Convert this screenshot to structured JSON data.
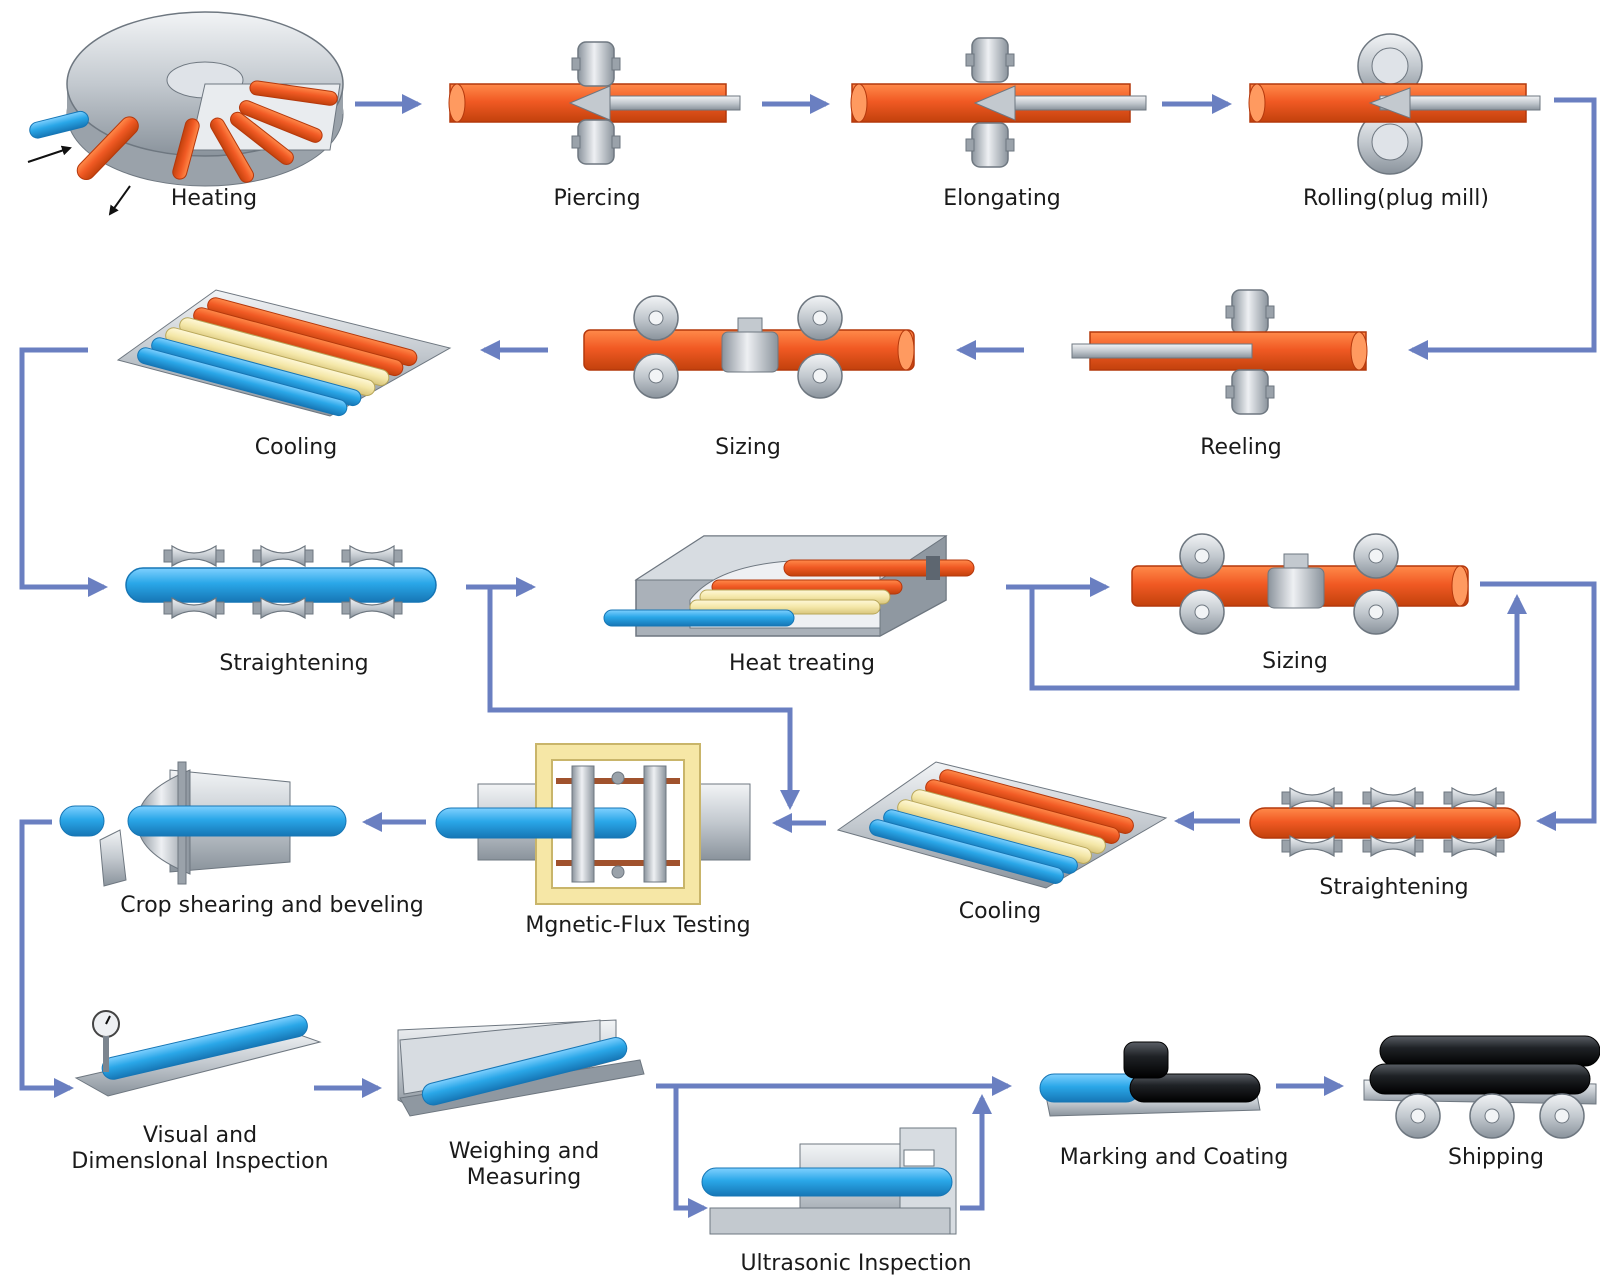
{
  "colors": {
    "arrow": "#6a7fc1",
    "hot_pipe": "#f15a24",
    "hot_pipe_dark": "#c2410c",
    "cool_pipe": "#2aa7e8",
    "cool_pipe_dark": "#1676b5",
    "warm_pipe": "#f4e7a8",
    "steel_light": "#dfe3e8",
    "steel_mid": "#b8bfc7",
    "steel_dark": "#7c858f",
    "coating": "#1a1a1a",
    "frame_yellow": "#f6e7a6"
  },
  "steps": {
    "heating": {
      "label": "Heating",
      "icon": "rotary-furnace-icon"
    },
    "piercing": {
      "label": "Piercing",
      "icon": "piercing-mill-icon"
    },
    "elongating": {
      "label": "Elongating",
      "icon": "elongating-mill-icon"
    },
    "rolling": {
      "label": "Rolling(plug mill)",
      "icon": "plug-mill-icon"
    },
    "reeling": {
      "label": "Reeling",
      "icon": "reeling-mill-icon"
    },
    "sizing1": {
      "label": "Sizing",
      "icon": "sizing-mill-icon"
    },
    "cooling1": {
      "label": "Cooling",
      "icon": "cooling-bed-icon"
    },
    "straightening1": {
      "label": "Straightening",
      "icon": "straightener-icon"
    },
    "heat_treating": {
      "label": "Heat treating",
      "icon": "heat-treatment-furnace-icon"
    },
    "sizing2": {
      "label": "Sizing",
      "icon": "sizing-mill-icon"
    },
    "straightening2": {
      "label": "Straightening",
      "icon": "straightener-icon"
    },
    "cooling2": {
      "label": "Cooling",
      "icon": "cooling-bed-icon"
    },
    "flux_testing": {
      "label": "Mgnetic-Flux Testing",
      "icon": "magnetic-flux-tester-icon"
    },
    "crop_shearing": {
      "label": "Crop shearing and beveling",
      "icon": "crop-shear-icon"
    },
    "visual_inspection": {
      "label_line1": "Visual and",
      "label_line2": "Dimenslonal Inspection",
      "icon": "inspection-bench-icon"
    },
    "weighing": {
      "label_line1": "Weighing and",
      "label_line2": "Measuring",
      "icon": "weighing-table-icon"
    },
    "ultrasonic": {
      "label": "Ultrasonic Inspection",
      "icon": "ultrasonic-tester-icon"
    },
    "marking": {
      "label": "Marking and Coating",
      "icon": "marking-coating-icon"
    },
    "shipping": {
      "label": "Shipping",
      "icon": "shipping-cart-icon"
    }
  }
}
